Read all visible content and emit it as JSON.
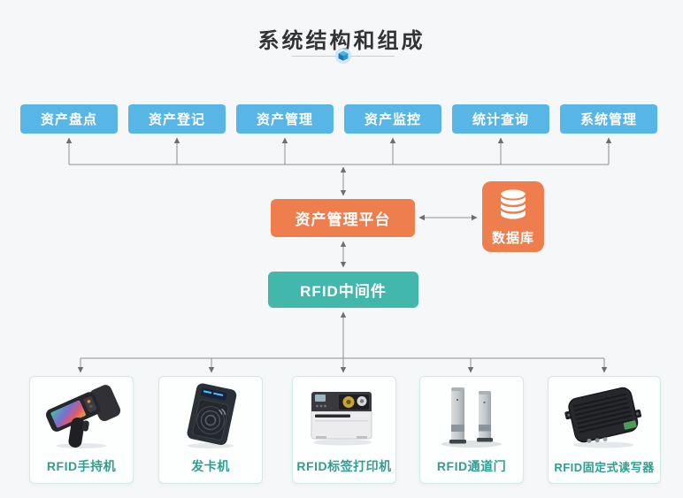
{
  "title": "系统结构和组成",
  "modules": [
    "资产盘点",
    "资产登记",
    "资产管理",
    "资产监控",
    "统计查询",
    "系统管理"
  ],
  "platform": {
    "label": "资产管理平台"
  },
  "database": {
    "label": "数据库",
    "icon": "database-cylinder-icon"
  },
  "middleware": {
    "label": "RFID中间件"
  },
  "devices": [
    {
      "label": "RFID手持机",
      "icon": "handheld-rfid-reader-icon"
    },
    {
      "label": "发卡机",
      "icon": "card-issuer-icon"
    },
    {
      "label": "RFID标签打印机",
      "icon": "rfid-label-printer-icon"
    },
    {
      "label": "RFID通道门",
      "icon": "rfid-gate-icon"
    },
    {
      "label": "RFID固定式读写器",
      "icon": "fixed-rfid-reader-icon"
    }
  ],
  "colors": {
    "module_blue": "#58b6e6",
    "platform_orange": "#ee7e4e",
    "middleware_teal": "#41b8ab",
    "device_label_green": "#2f9e8e",
    "connector_gray": "#8f8f8f",
    "divider_blue": "#a9d9ee",
    "background": "#f6f7f9"
  }
}
